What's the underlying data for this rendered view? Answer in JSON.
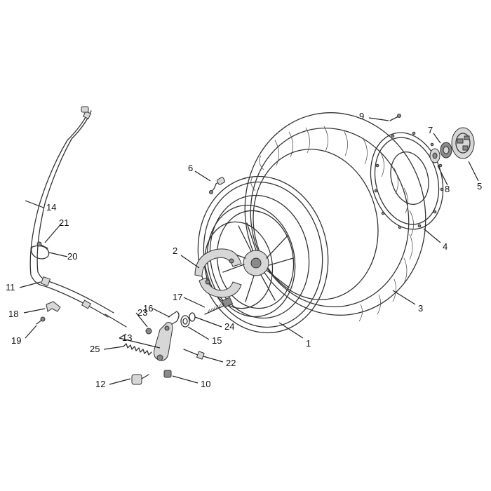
{
  "callouts": {
    "c1": "1",
    "c2": "2",
    "c3": "3",
    "c4": "4",
    "c5": "5",
    "c6": "6",
    "c7": "7",
    "c8": "8",
    "c9": "9",
    "c10": "10",
    "c11": "11",
    "c12": "12",
    "c13": "13",
    "c14": "14",
    "c15": "15",
    "c16": "16",
    "c17": "17",
    "c18": "18",
    "c19": "19",
    "c20": "20",
    "c21": "21",
    "c22": "22",
    "c23": "23",
    "c24": "24",
    "c25": "25"
  },
  "colors": {
    "line": "#333333",
    "shade": "#8a8a8a",
    "background": "#ffffff"
  }
}
